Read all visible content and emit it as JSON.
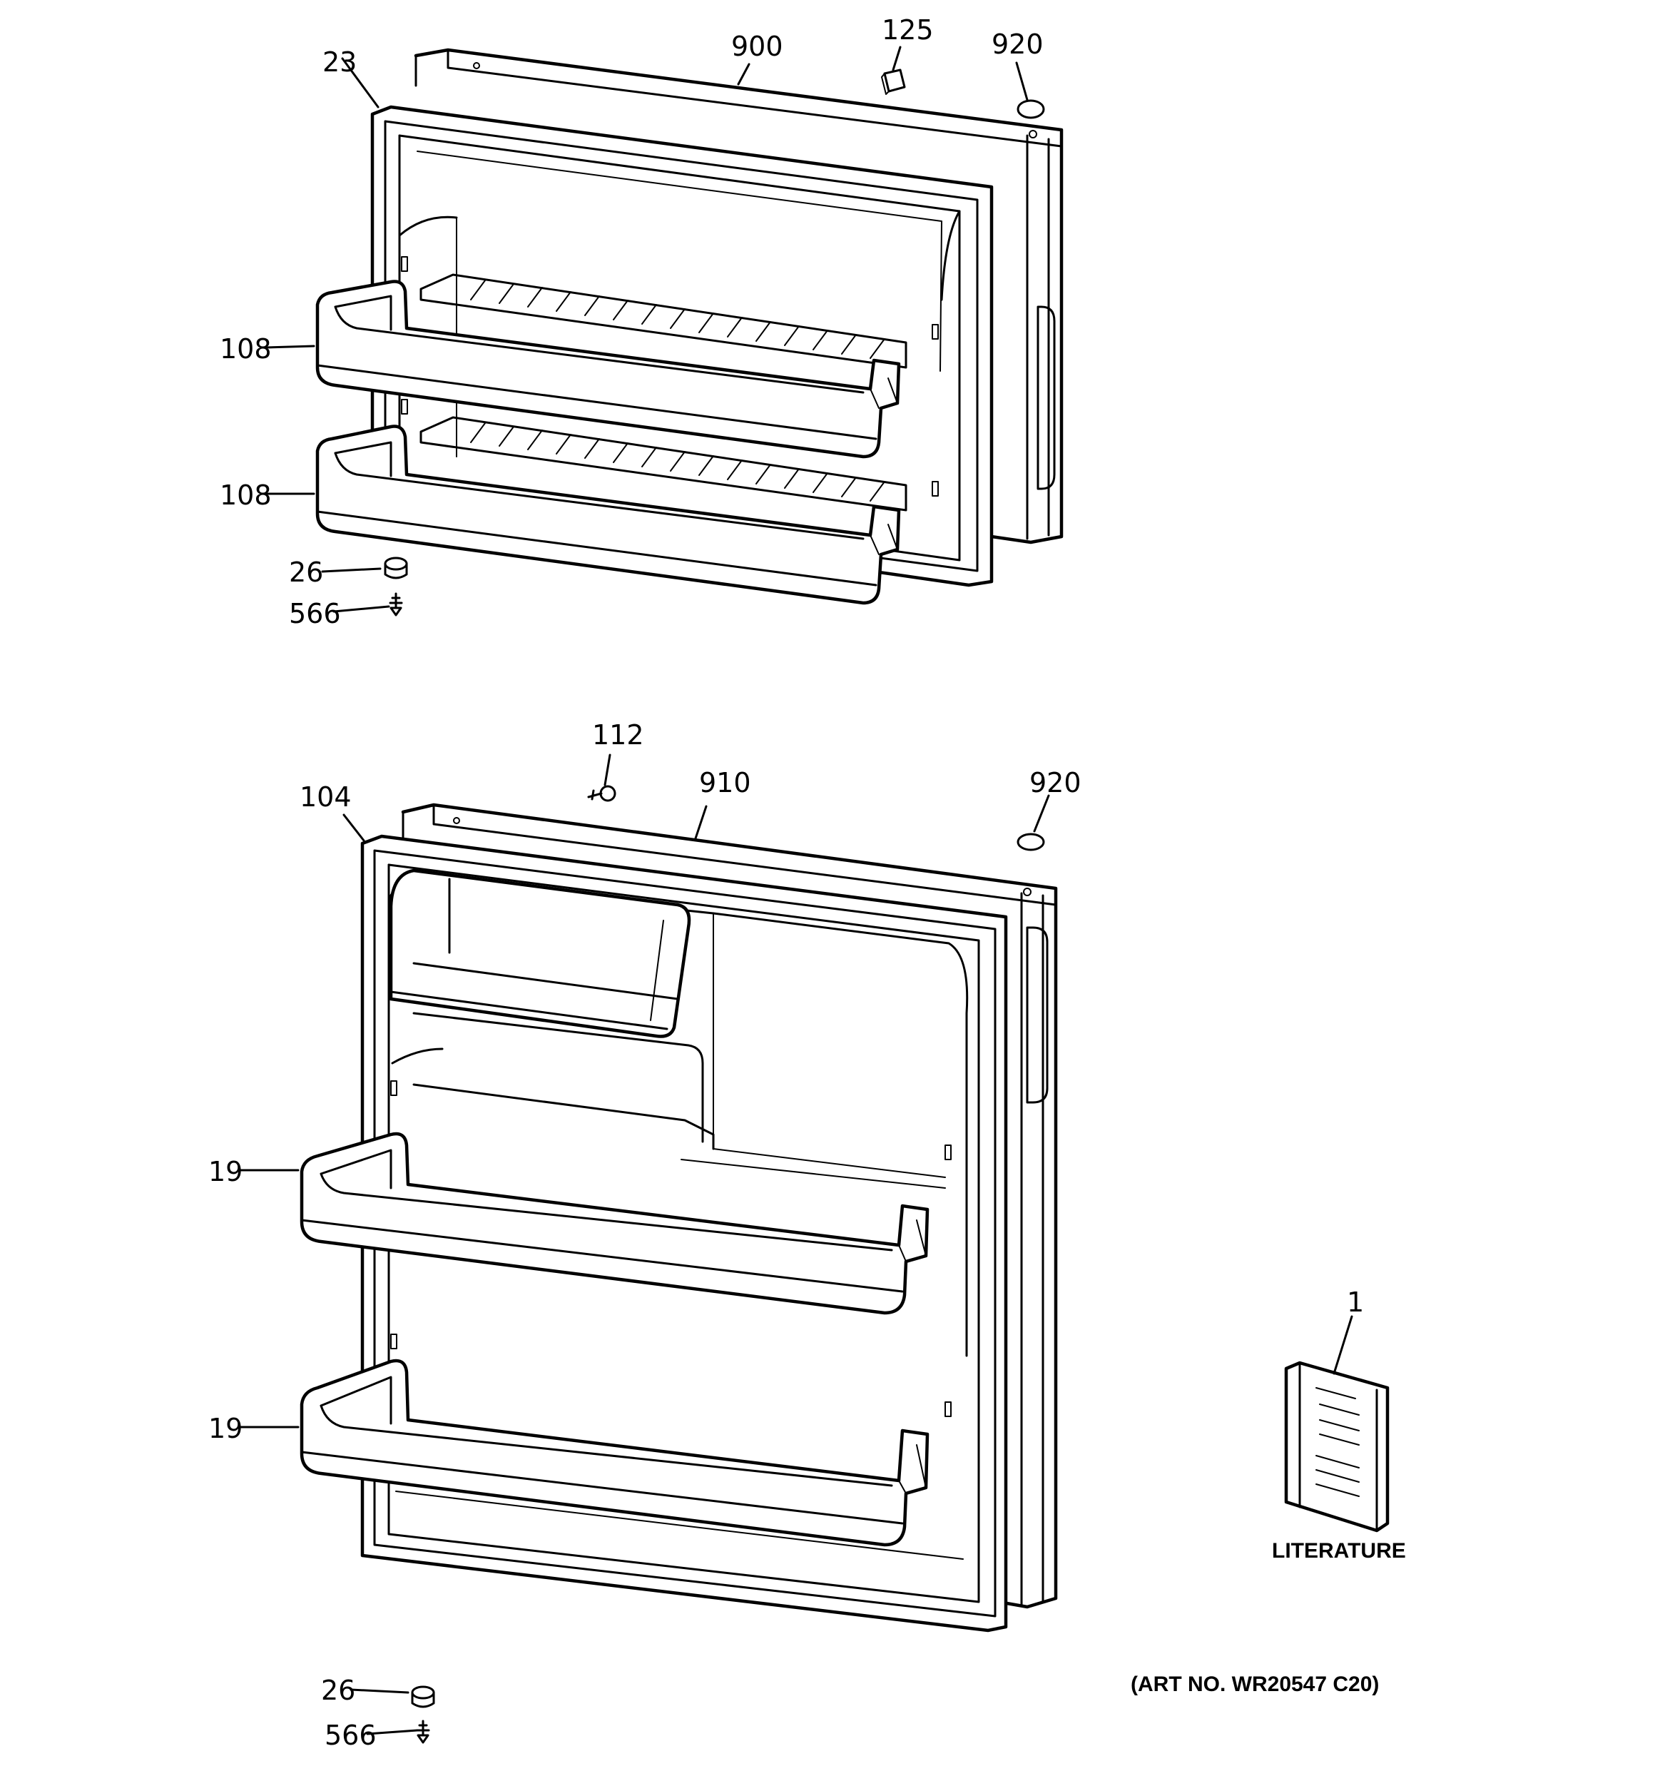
{
  "callouts": {
    "c23": "23",
    "c900": "900",
    "c125": "125",
    "c920_top": "920",
    "c108_a": "108",
    "c108_b": "108",
    "c26_top": "26",
    "c566_top": "566",
    "c112": "112",
    "c910": "910",
    "c104": "104",
    "c920_bottom": "920",
    "c19_a": "19",
    "c19_b": "19",
    "c1": "1",
    "c26_bottom": "26",
    "c566_bottom": "566"
  },
  "literature_label": "LITERATURE",
  "art_number": "(ART NO. WR20547 C20)"
}
